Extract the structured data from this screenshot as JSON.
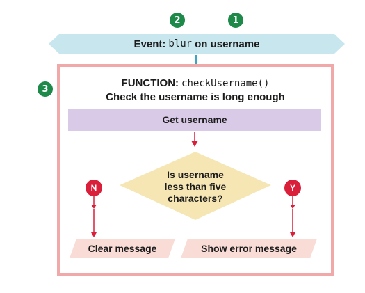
{
  "badges": {
    "one": "1",
    "two": "2",
    "three": "3"
  },
  "event": {
    "prefix": "Event:",
    "code": "blur",
    "suffix": "on username"
  },
  "function_box": {
    "keyword": "FUNCTION:",
    "name": "checkUsername()",
    "description": "Check the username is long enough"
  },
  "step": {
    "label": "Get username"
  },
  "decision": {
    "line1": "Is username",
    "line2": "less than five",
    "line3": "characters?"
  },
  "branches": {
    "no": {
      "label": "N",
      "outcome": "Clear message"
    },
    "yes": {
      "label": "Y",
      "outcome": "Show error message"
    }
  },
  "colors": {
    "event_banner": "#c8e6ee",
    "function_border": "#f0a8a8",
    "step_box": "#d9cbe8",
    "decision": "#f6e6b4",
    "outcome": "#fadcd6",
    "badge_green": "#1e8a4a",
    "branch_red": "#d91f3a",
    "arrow": "#d91f3a"
  }
}
